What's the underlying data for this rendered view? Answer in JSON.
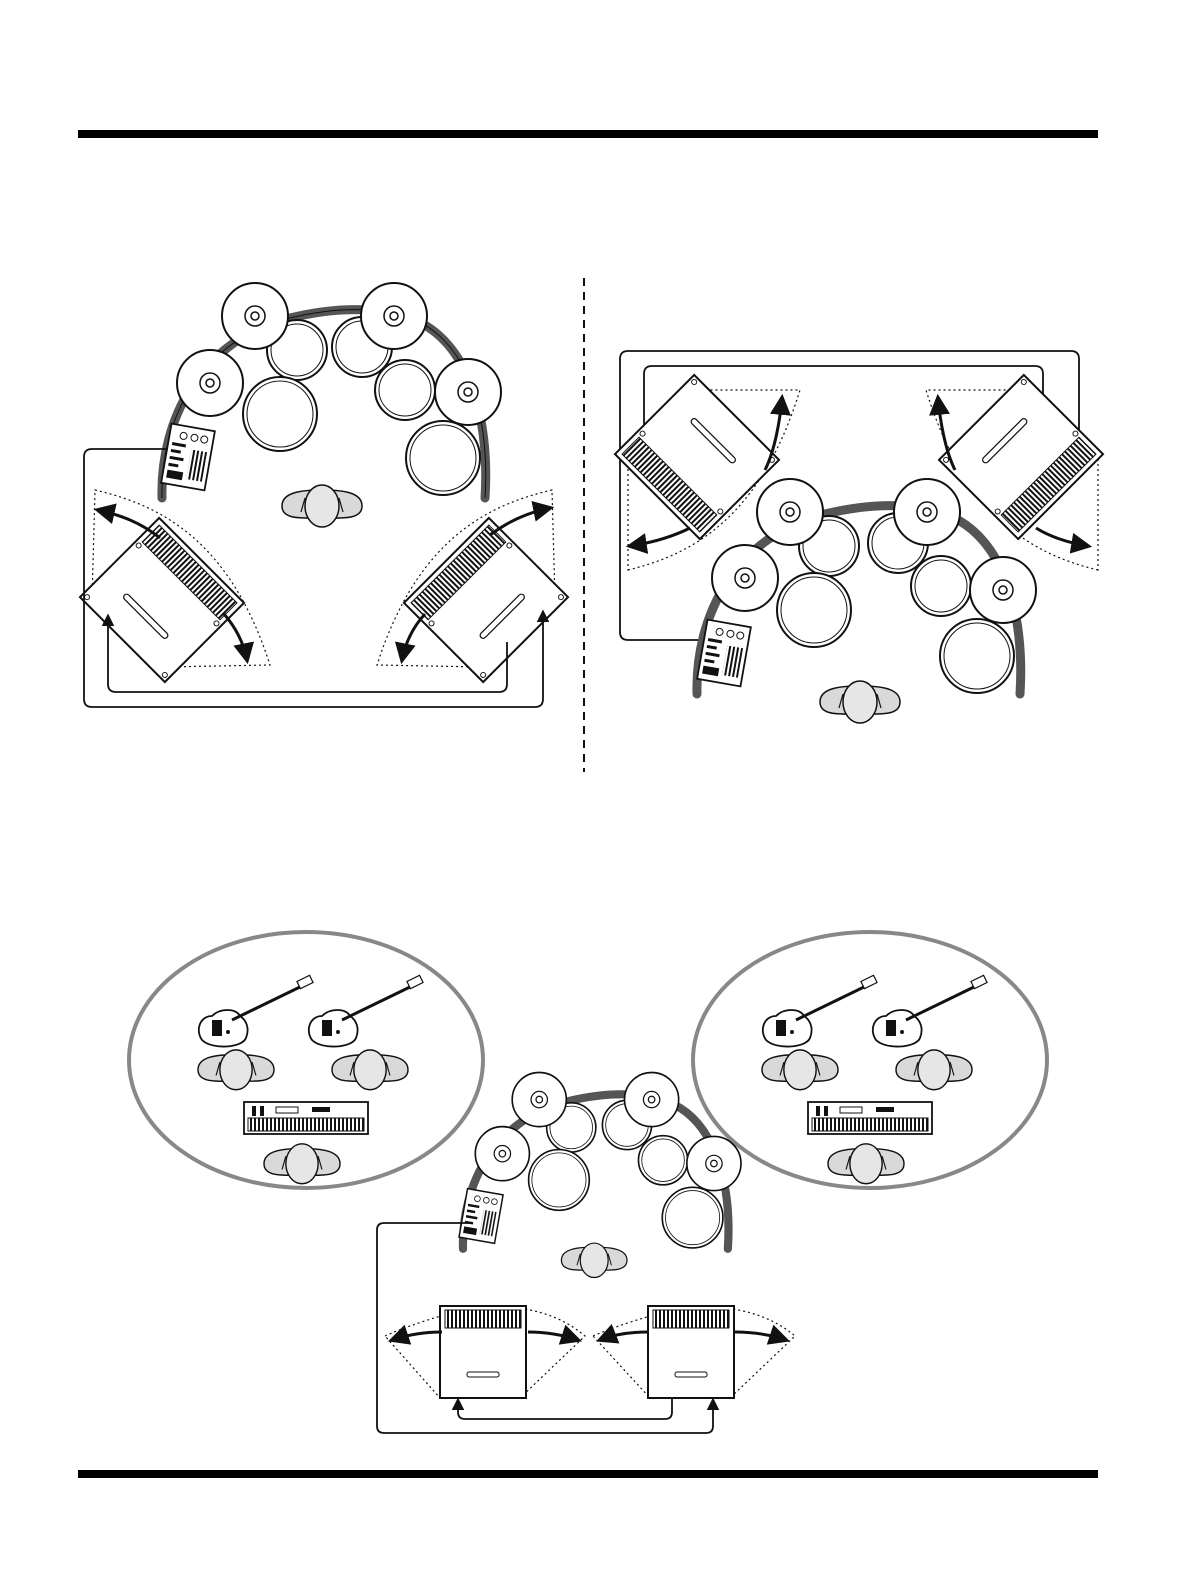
{
  "page": {
    "background": "#ffffff",
    "ink": "#111111",
    "gray_fill": "#dcdcdc",
    "stand_color": "#555555"
  },
  "diagrams": [
    {
      "name": "setup-amps-behind-drummer",
      "amplifiers": 2,
      "cables": 2
    },
    {
      "name": "setup-amps-in-front-of-drummer",
      "amplifiers": 2,
      "cables": 2
    },
    {
      "name": "setup-band-with-two-amps",
      "amplifiers": 2,
      "band_groups": 2
    }
  ],
  "icons": [
    "drum-kit-icon",
    "cymbal-icon",
    "tom-icon",
    "drum-module-icon",
    "amplifier-icon",
    "player-icon",
    "guitar-icon",
    "bass-icon",
    "keyboard-icon",
    "dispersion-arrow-icon",
    "cable-icon"
  ]
}
